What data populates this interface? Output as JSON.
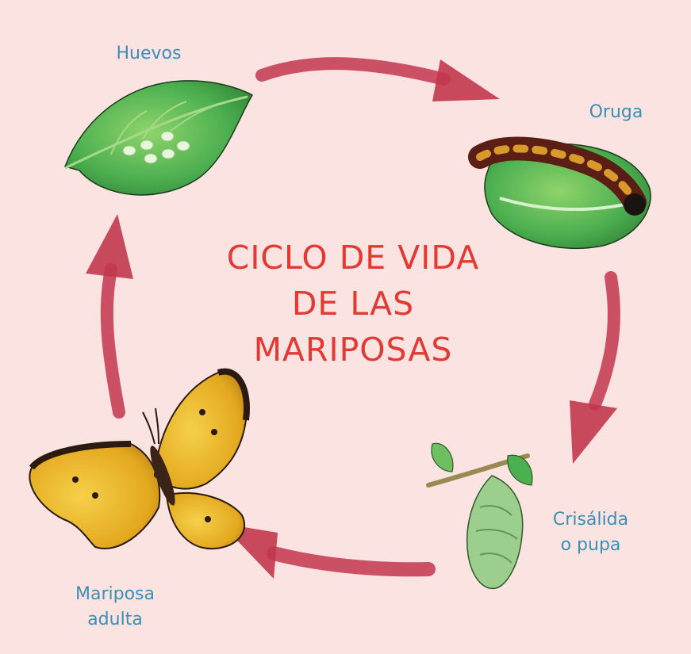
{
  "title_lines": [
    "CICLO DE VIDA",
    "DE LAS",
    "MARIPOSAS"
  ],
  "stages": {
    "eggs": {
      "label": "Huevos"
    },
    "caterpillar": {
      "label": "Oruga"
    },
    "chrysalis": {
      "label_line1": "Crisálida",
      "label_line2": "o pupa"
    },
    "butterfly": {
      "label_line1": "Mariposa",
      "label_line2": "adulta"
    }
  },
  "colors": {
    "background": "#fbe3e1",
    "arrow": "#c2364e",
    "label": "#3a8fb7",
    "title": "#e23a33",
    "leaf": "#4caf50",
    "wing": "#e8b020"
  }
}
